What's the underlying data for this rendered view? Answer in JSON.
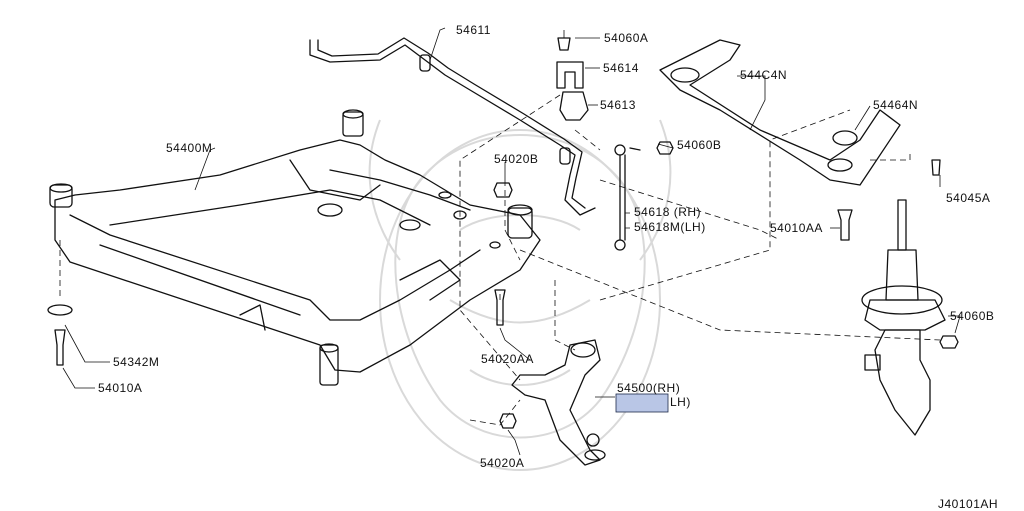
{
  "diagram": {
    "code": "J40101AH",
    "labels": {
      "sway_bar": "54611",
      "crossmember": "54400M",
      "washer_left": "54342M",
      "bolt_left": "54010A",
      "bolt_upper": "54060A",
      "clamp": "54614",
      "bushing": "54613",
      "nut_mid": "54060B",
      "nut_left": "54020B",
      "link_rh": "54618 (RH)",
      "link_lh": "54618M(LH)",
      "stay": "544C4N",
      "washer_right": "54464N",
      "bolt_right": "54045A",
      "bolt_mid": "54010AA",
      "nut_strut": "54060B",
      "bolt_arm": "54020AA",
      "arm_rh": "54500(RH)",
      "arm_lh": "LH)",
      "bolt_low": "54020A"
    }
  }
}
